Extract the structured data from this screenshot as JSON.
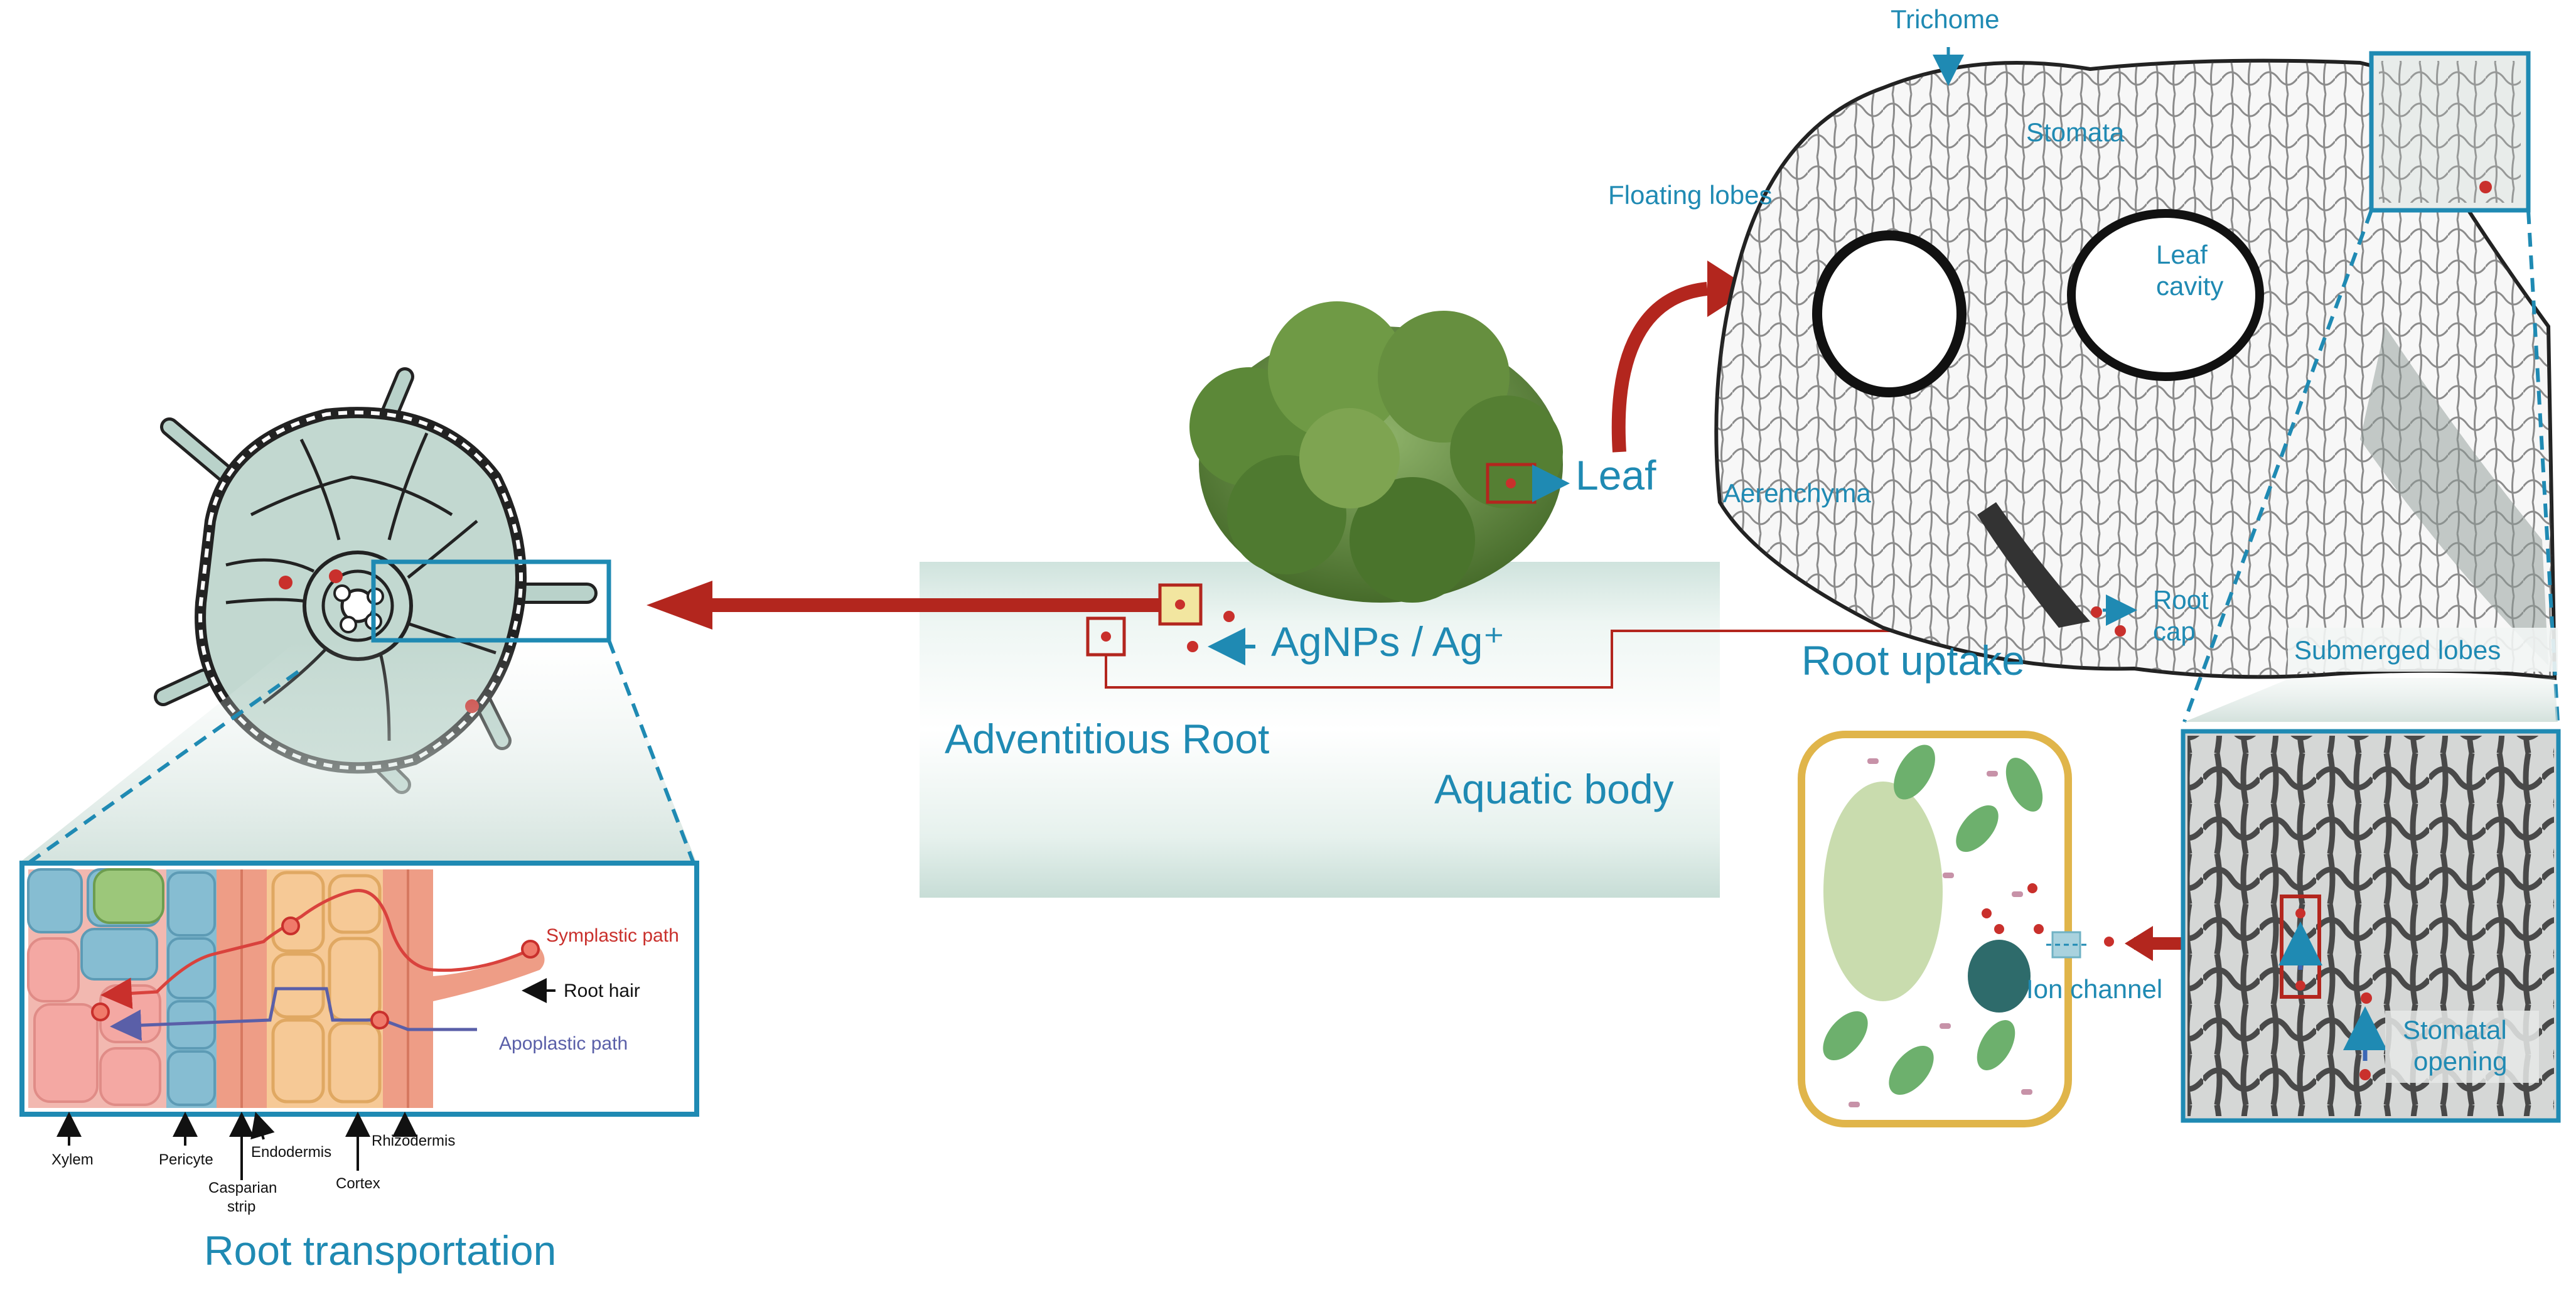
{
  "center": {
    "leaf_label": "Leaf",
    "agnps_label": "AgNPs / Ag⁺",
    "adventitious_root_label": "Adventitious Root",
    "aquatic_body_label": "Aquatic body",
    "root_uptake_label": "Root uptake"
  },
  "leaf_section": {
    "trichome": "Trichome",
    "stomata": "Stomata",
    "floating_lobes": "Floating lobes",
    "leaf_cavity_line1": "Leaf",
    "leaf_cavity_line2": "cavity",
    "aerenchyma": "Aerenchyma",
    "root_cap_line1": "Root",
    "root_cap_line2": "cap",
    "submerged_lobes": "Submerged lobes"
  },
  "cell_panel": {
    "ion_channel": "Ion channel",
    "stomatal_opening_line1": "Stomatal",
    "stomatal_opening_line2": "opening"
  },
  "root_panel": {
    "symplastic_path": "Symplastic path",
    "root_hair": "Root hair",
    "apoplastic_path": "Apoplastic path",
    "xylem": "Xylem",
    "pericyte": "Pericyte",
    "casparian_line1": "Casparian",
    "casparian_line2": "strip",
    "endodermis": "Endodermis",
    "cortex": "Cortex",
    "rhizodermis": "Rhizodermis",
    "title": "Root transportation"
  },
  "colors": {
    "accent_blue": "#1f8ab3",
    "arrow_red": "#b3261e",
    "particle_red": "#c9302c",
    "apoplastic_purple": "#5a5fa8"
  }
}
